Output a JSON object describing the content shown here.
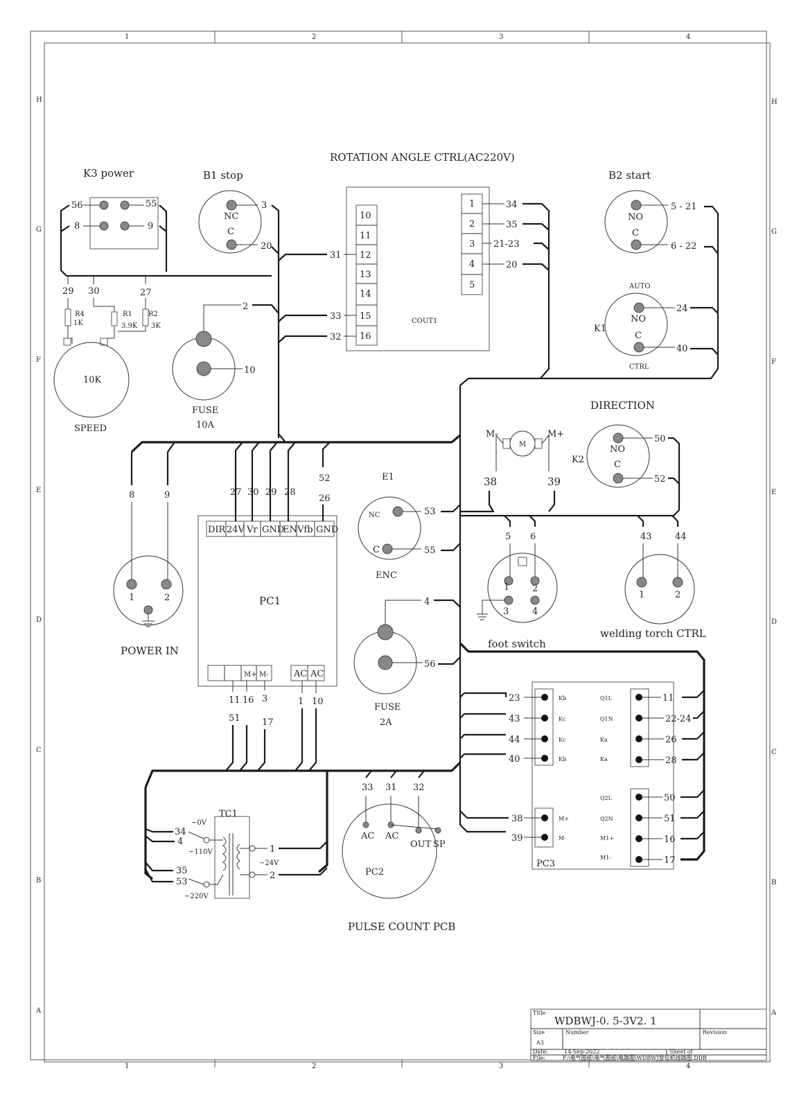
{
  "titles": {
    "rotation": "ROTATION ANGLE CTRL(AC220V)",
    "k3": "K3 power",
    "b1": "B1 stop",
    "b2": "B2 start",
    "speed": "SPEED",
    "fuse10": "FUSE",
    "fuse10_val": "10A",
    "direction": "DIRECTION",
    "power_in": "POWER IN",
    "foot_switch": "foot switch",
    "torch": "welding torch CTRL",
    "fuse2": "FUSE",
    "fuse2_val": "2A",
    "pulse": "PULSE COUNT PCB",
    "auto": "AUTO",
    "ctrl": "CTRL",
    "enc": "ENC",
    "e1": "E1",
    "k1": "K1",
    "k2": "K2",
    "cout1": "COUT1",
    "pc1": "PC1",
    "pc2": "PC2",
    "pc3": "PC3",
    "tc1": "TC1",
    "pot": "10K"
  },
  "grid": {
    "cols": [
      "1",
      "2",
      "3",
      "4"
    ],
    "rows": [
      "H",
      "G",
      "F",
      "E",
      "D",
      "C",
      "B",
      "A"
    ]
  },
  "k3_pins": [
    "56",
    "55",
    "8",
    "9"
  ],
  "b1": {
    "no": "NC",
    "c": "C",
    "w1": "3",
    "w2": "20"
  },
  "b2": {
    "no": "NO",
    "c": "C",
    "w1": "5 - 21",
    "w2": "6 - 22"
  },
  "k1": {
    "no": "NO",
    "c": "C",
    "w1": "24",
    "w2": "40"
  },
  "k2": {
    "no": "NO",
    "c": "C",
    "w1": "50",
    "w2": "52"
  },
  "e1": {
    "nc": "NC",
    "c": "C",
    "w1": "53",
    "w2": "55"
  },
  "speed_wires": [
    "29",
    "30",
    "27"
  ],
  "resistors": [
    {
      "name": "R4",
      "val": "1K"
    },
    {
      "name": "R1",
      "val": "3.9K"
    },
    {
      "name": "R2",
      "val": "3K"
    }
  ],
  "fuse10_wires": [
    "2",
    "10"
  ],
  "cout1": {
    "left": [
      "10",
      "11",
      "12",
      "13",
      "14",
      "15",
      "16"
    ],
    "right": [
      "1",
      "2",
      "3",
      "4",
      "5"
    ],
    "right_wires": [
      "34",
      "35",
      "21-23",
      "20"
    ],
    "left_wires": [
      "31",
      "33",
      "32"
    ]
  },
  "motor": {
    "minus": "M-",
    "plus": "M+",
    "m": "M",
    "w1": "38",
    "w2": "39"
  },
  "pc1": {
    "top": [
      "DIR",
      "24V",
      "Vr",
      "GND",
      "EN",
      "Vfb",
      "GND"
    ],
    "top_wires": [
      "27",
      "30",
      "29",
      "28",
      "52",
      "26"
    ],
    "bottom": [
      "",
      "",
      "M+",
      "M-",
      "AC",
      "AC"
    ],
    "bottom_wires": [
      "11",
      "16",
      "3",
      "1",
      "10",
      "51",
      "17"
    ]
  },
  "power_in": {
    "pins": [
      "8",
      "9"
    ],
    "p1": "1",
    "p2": "2"
  },
  "foot": {
    "wires": [
      "5",
      "6"
    ],
    "pins": [
      "1",
      "2",
      "3",
      "4"
    ]
  },
  "torch": {
    "wires": [
      "43",
      "44"
    ],
    "pins": [
      "1",
      "2"
    ]
  },
  "fuse2_wires": [
    "4",
    "56"
  ],
  "pc3": {
    "left_wires": [
      "23",
      "43",
      "44",
      "40"
    ],
    "left_pins": [
      "Kb",
      "Kc",
      "Kc",
      "Kb"
    ],
    "right_pins": [
      "Q1L",
      "Q1N",
      "Ka",
      "Ka"
    ],
    "right_wires": [
      "11",
      "22-24",
      "26",
      "28"
    ],
    "left_wires2": [
      "38",
      "39"
    ],
    "left_pins2": [
      "M+",
      "M-"
    ],
    "right_pins2": [
      "Q2L",
      "Q2N",
      "M1+",
      "M1-"
    ],
    "right_wires2": [
      "50",
      "51",
      "16",
      "17"
    ]
  },
  "tc1": {
    "inputs": [
      "34",
      "4",
      "35",
      "53"
    ],
    "taps": [
      "~0V",
      "~110V",
      "~220V"
    ],
    "outputs": [
      "1",
      "2"
    ],
    "sec": "~24V"
  },
  "pc2": {
    "wires": [
      "33",
      "31",
      "32"
    ],
    "pins": [
      "AC",
      "AC",
      "OUT",
      "SP"
    ]
  },
  "titleblock": {
    "title_label": "Title",
    "title": "WDBWJ-0. 5-3V2. 1",
    "size_label": "Size",
    "size": "A3",
    "number_label": "Number",
    "revision_label": "Revision",
    "date_label": "Date:",
    "date": "14-Sep-2022",
    "sheet_label": "Sheet   of",
    "file_label": "File:",
    "file": "F:\\电气图纸\\电气图纸\\电路图\\WDBWJ变位机线路图.DDB"
  }
}
